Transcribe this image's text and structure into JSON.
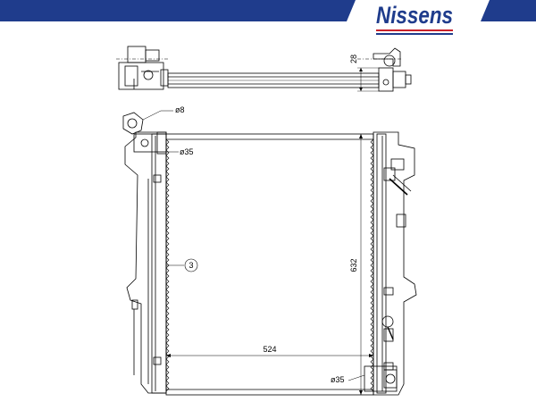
{
  "header": {
    "brand": "Nissens",
    "brand_color": "#1f3c8c",
    "accent_red": "#c8202a",
    "band_color": "#1f3c8c"
  },
  "drawing": {
    "dim_tank_height": "28",
    "dim_small_outlet": "ø8",
    "dim_top_pipe": "ø35",
    "dim_bottom_pipe": "ø35",
    "dim_core_height": "632",
    "dim_core_width": "524",
    "callout_core_thickness": "3"
  }
}
